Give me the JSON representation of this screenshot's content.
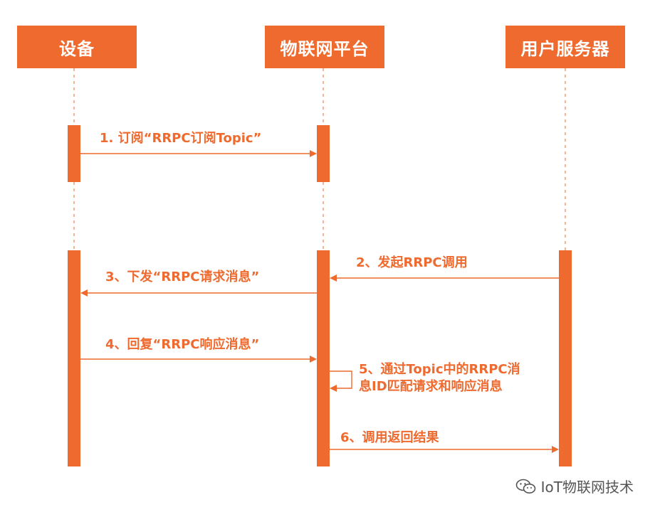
{
  "actors": {
    "device": "设备",
    "platform": "物联网平台",
    "server": "用户服务器"
  },
  "messages": {
    "m1": "1. 订阅“RRPC订阅Topic”",
    "m2": "2、发起RRPC调用",
    "m3": "3、下发“RRPC请求消息”",
    "m4": "4、回复“RRPC响应消息”",
    "m5_line1": "5、通过Topic中的RRPC消",
    "m5_line2": "息ID匹配请求和响应消息",
    "m6": "6、调用返回结果"
  },
  "watermark": {
    "text": "IoT物联网技术",
    "icon": "wechat-icon"
  },
  "colors": {
    "accent": "#ee6a2f",
    "lifeline": "#ee6a2f",
    "watermark": "#555555"
  }
}
